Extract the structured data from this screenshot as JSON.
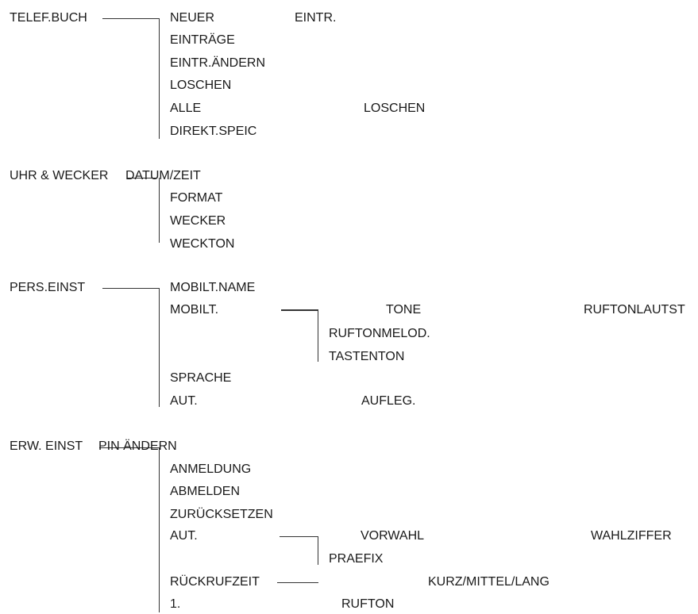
{
  "telefbuch": {
    "root": "TELEF.BUCH",
    "items": [
      "NEUER",
      "EINTRÄGE",
      "EINTR.ÄNDERN",
      "LOSCHEN",
      "ALLE",
      "DIREKT.SPEIC"
    ],
    "neuer_extra": "EINTR.",
    "alle_extra": "LOSCHEN"
  },
  "uhr": {
    "root": "UHR & WECKER",
    "first": "DATUM/ZEIT",
    "items": [
      "FORMAT",
      "WECKER",
      "WECKTON"
    ]
  },
  "pers": {
    "root": "PERS.EINST",
    "items": [
      "MOBILT.NAME",
      "MOBILT.",
      "SPRACHE",
      "AUT."
    ],
    "mobilt_sub": [
      "TONE",
      "RUFTONMELOD.",
      "TASTENTON"
    ],
    "tone_extra": "RUFTONLAUTST",
    "aut_extra": "AUFLEG."
  },
  "erw": {
    "root": "ERW. EINST",
    "first": "PIN ÄNDERN",
    "items": [
      "ANMELDUNG",
      "ABMELDEN",
      "ZURÜCKSETZEN",
      "AUT.",
      "RÜCKRUFZEIT",
      "1."
    ],
    "aut_sub": [
      "VORWAHL",
      "PRAEFIX"
    ],
    "vorwahl_extra": "WAHLZIFFER",
    "rueckruf_extra": "KURZ/MITTEL/LANG",
    "eins_extra": "RUFTON"
  }
}
